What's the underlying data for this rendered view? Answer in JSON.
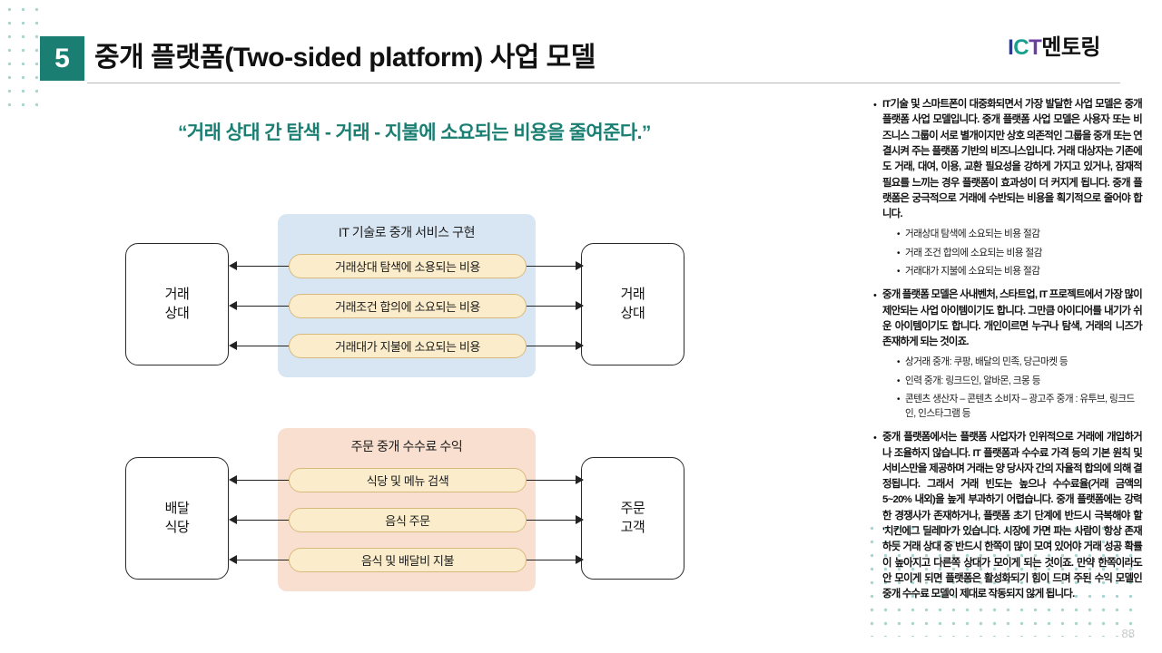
{
  "header": {
    "number": "5",
    "title": "중개 플랫폼(Two-sided platform) 사업 모델",
    "logo": {
      "i": "I",
      "c": "C",
      "t": "T",
      "korean": "멘토링"
    },
    "accent_color": "#1a7f72"
  },
  "quote": "“거래 상대 간 탐색 - 거래 - 지불에 소요되는 비용을 줄여준다.”",
  "diagrams": [
    {
      "id": "diagram-1",
      "panel_title": "IT 기술로 중개 서비스 구현",
      "panel_color": "#d8e6f3",
      "left_box": {
        "line1": "거래",
        "line2": "상대"
      },
      "right_box": {
        "line1": "거래",
        "line2": "상대"
      },
      "pills": [
        "거래상대 탐색에 소용되는 비용",
        "거래조건 합의에 소요되는 비용",
        "거래대가 지불에 소요되는 비용"
      ]
    },
    {
      "id": "diagram-2",
      "panel_title": "주문 중개 수수료 수익",
      "panel_color": "#f9dfd0",
      "left_box": {
        "line1": "배달",
        "line2": "식당"
      },
      "right_box": {
        "line1": "주문",
        "line2": "고객"
      },
      "pills": [
        "식당 및 메뉴 검색",
        "음식 주문",
        "음식 및 배달비 지불"
      ]
    }
  ],
  "notes": [
    {
      "level": 1,
      "mark": "•",
      "text": "IT기술 및 스마트폰이 대중화되면서 가장 발달한 사업 모델은 중개 플랫폼 사업 모델입니다. 중개 플랫폼 사업 모델은 사용자 또는 비즈니스 그룹이 서로 별개이지만 상호 의존적인 그룹을 중개 또는 연결시켜 주는 플랫폼 기반의 비즈니스입니다. 거래 대상자는 기존에도 거래, 대여, 이용, 교환 필요성을 강하게 가지고 있거나, 잠재적 필요를 느끼는 경우 플랫폼이 효과성이 더 커지게 됩니다. 중개 플랫폼은 궁극적으로 거래에 수반되는 비용을 획기적으로 줄어야 합니다."
    },
    {
      "level": 2,
      "mark": "•",
      "text": "거래상대 탐색에 소요되는 비용 절감"
    },
    {
      "level": 2,
      "mark": "•",
      "text": "거래 조건 합의에 소요되는 비용 절감"
    },
    {
      "level": 2,
      "mark": "•",
      "text": "거래대가 지불에 소요되는 비용 절감"
    },
    {
      "level": 1,
      "mark": "•",
      "text": "중개 플랫폼 모델은 사내벤처, 스타트업, IT 프로젝트에서 가장 많이 제안되는 사업 아이템이기도 합니다. 그만큼 아이디어를 내기가 쉬운 아이템이기도 합니다. 개인이르면 누구나 탐색, 거래의 니즈가 존재하게 되는 것이죠."
    },
    {
      "level": 2,
      "mark": "•",
      "text": "상거래 중개: 쿠팡, 배달의 민족, 당근마켓 등"
    },
    {
      "level": 2,
      "mark": "•",
      "text": "인력 중개: 링크드인, 알바몬, 크몽 등"
    },
    {
      "level": 2,
      "mark": "•",
      "text": "콘텐츠 생산자 – 콘텐츠 소비자 – 광고주 중개 : 유투브, 링크드인, 인스타그램 등"
    },
    {
      "level": 1,
      "mark": "•",
      "text": "중개 플랫폼에서는 플랫폼 사업자가 인위적으로 거래에 개입하거나 조율하지 않습니다. IT 플랫폼과 수수료 가격 등의 기본 원칙 및 서비스만을 제공하며 거래는 양 당사자 간의 자율적 합의에 의해 결정됩니다. 그래서 거래 빈도는 높으나 수수료율(거래 금액의 5~20% 내외)을 높게 부과하기 어렵습니다. 중개 플랫폼에는 강력한 경쟁사가 존재하거나, 플랫폼 초기 단계에 반드시 극복해야 할 '치킨에그 딜레마'가 있습니다. 시장에 가면 파는 사람이 항상 존재하듯 거래 상대 중 반드시 한쪽이 많이 모여 있어야 거래 성공 확률이 높아지고 다른쪽 상대가 모이게 되는 것이죠. 만약 한쪽이라도 안 모이게 되면 플랫폼은 활성화되기 힘이 드며 주된 수익 모델인 중개 수수료 모델이 제대로 작동되지 않게 됩니다."
    }
  ],
  "page_number": "88"
}
